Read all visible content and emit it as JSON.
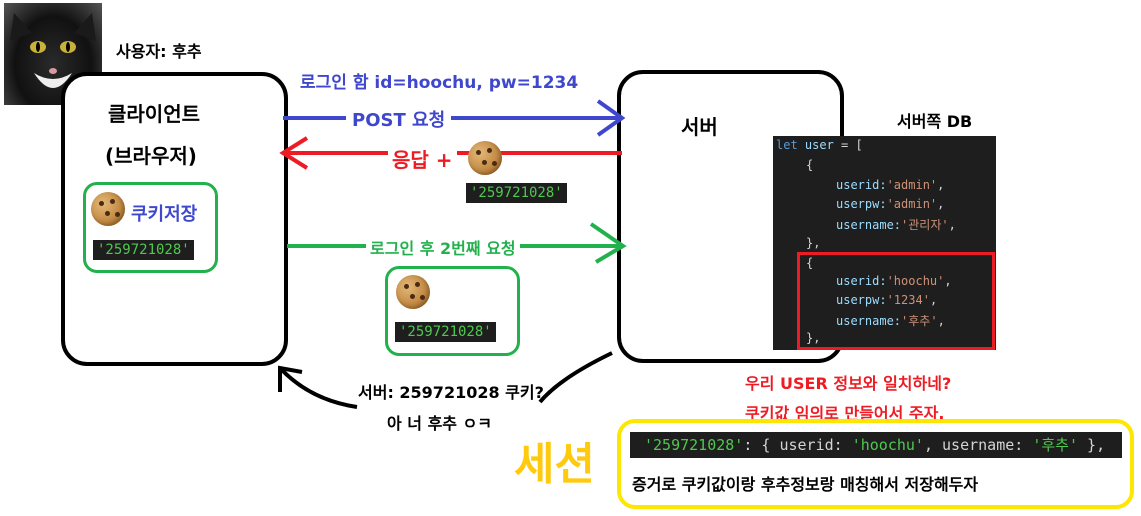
{
  "user_label": "사용자: 후추",
  "client": {
    "line1": "클라이언트",
    "line2": "(브라우저)"
  },
  "cookie_storage_label": "쿠키저장",
  "cookie_value": "'259721028'",
  "server_label": "서버",
  "db_label": "서버쪽 DB",
  "login_label": "로그인 함  id=hoochu, pw=1234",
  "post_label": "POST 요청",
  "response_label": "응답 +",
  "second_request_label": "로그인 후 2번째 요청",
  "server_question": "서버: 259721028 쿠키?",
  "server_answer": "아 너 후추 ㅇㅋ",
  "match_text": "우리 USER 정보와 일치하네?",
  "make_cookie_text": "쿠키값 임의로 만들어서 주자.",
  "session_label": "세션",
  "session_code": {
    "key": "'259721028'",
    "p1": ": { userid: ",
    "v1": "'hoochu'",
    "p2": ", username: ",
    "v2": "'후추'",
    "p3": " },"
  },
  "session_desc": "증거로 쿠키값이랑 후추정보랑 매칭해서 저장해두자",
  "db_code": {
    "l0_kw": "let",
    "l0_var": " user",
    "l0_rest": " = [",
    "open_brace": "{",
    "close_brace": "},",
    "u1": {
      "userid_key": "userid:",
      "userid_val": "'admin'",
      "userpw_key": "userpw:",
      "userpw_val": "'admin'",
      "username_key": "username:",
      "username_val": "'관리자'"
    },
    "u2": {
      "userid_key": "userid:",
      "userid_val": "'hoochu'",
      "userpw_key": "userpw:",
      "userpw_val": "'1234'",
      "username_key": "username:",
      "username_val": "'후추'"
    }
  },
  "colors": {
    "blue": "#3f48cc",
    "red": "#ed1c24",
    "green": "#22b14c",
    "yellow": "#ffe600",
    "session_text": "#ffc90e"
  },
  "icons": {
    "avatar": "black-cat-photo",
    "cookie": "cookie-icon"
  }
}
